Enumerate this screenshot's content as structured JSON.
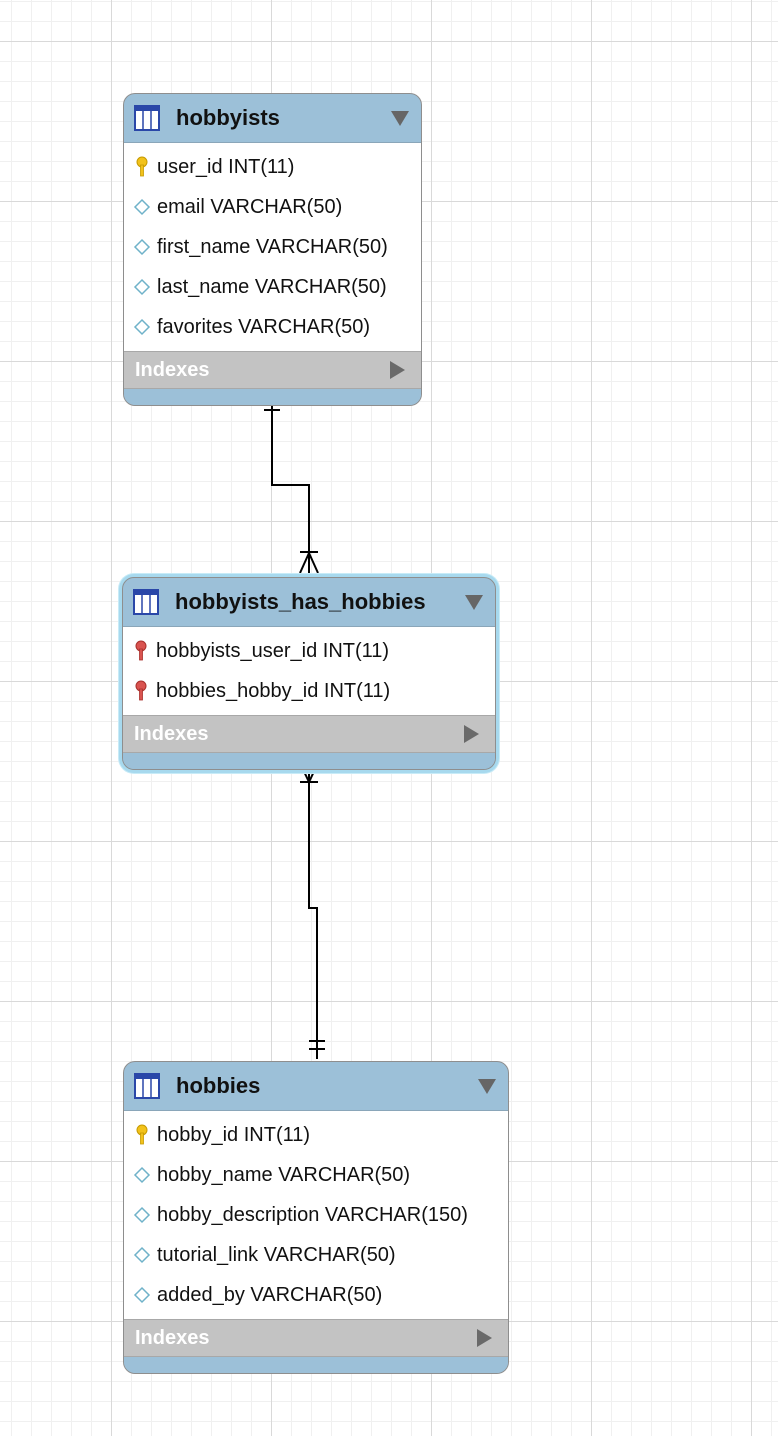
{
  "diagram": {
    "tables": [
      {
        "id": "hobbyists",
        "name": "hobbyists",
        "columns": [
          {
            "text": "user_id INT(11)",
            "icon": "primary-key-icon"
          },
          {
            "text": "email VARCHAR(50)",
            "icon": "column-diamond-icon"
          },
          {
            "text": "first_name VARCHAR(50)",
            "icon": "column-diamond-icon"
          },
          {
            "text": "last_name VARCHAR(50)",
            "icon": "column-diamond-icon"
          },
          {
            "text": "favorites VARCHAR(50)",
            "icon": "column-diamond-icon"
          }
        ],
        "indexes_label": "Indexes"
      },
      {
        "id": "hobbyists_has_hobbies",
        "name": "hobbyists_has_hobbies",
        "selected": true,
        "columns": [
          {
            "text": "hobbyists_user_id INT(11)",
            "icon": "foreign-key-icon"
          },
          {
            "text": "hobbies_hobby_id INT(11)",
            "icon": "foreign-key-icon"
          }
        ],
        "indexes_label": "Indexes"
      },
      {
        "id": "hobbies",
        "name": "hobbies",
        "columns": [
          {
            "text": "hobby_id INT(11)",
            "icon": "primary-key-icon"
          },
          {
            "text": "hobby_name VARCHAR(50)",
            "icon": "column-diamond-icon"
          },
          {
            "text": "hobby_description VARCHAR(150)",
            "icon": "column-diamond-icon"
          },
          {
            "text": "tutorial_link VARCHAR(50)",
            "icon": "column-diamond-icon"
          },
          {
            "text": "added_by VARCHAR(50)",
            "icon": "column-diamond-icon"
          }
        ],
        "indexes_label": "Indexes"
      }
    ],
    "relationships": [
      {
        "from": "hobbyists",
        "from_cardinality": "one",
        "to": "hobbyists_has_hobbies",
        "to_cardinality": "many"
      },
      {
        "from": "hobbies",
        "from_cardinality": "one",
        "to": "hobbyists_has_hobbies",
        "to_cardinality": "many"
      }
    ],
    "colors": {
      "header": "#9cc0d8",
      "indexes": "#c3c3c3",
      "primary_key": "#f2c21b",
      "foreign_key": "#d9534f",
      "column_diamond": "#6fb2c9",
      "selection": "#a7d9ee"
    }
  }
}
